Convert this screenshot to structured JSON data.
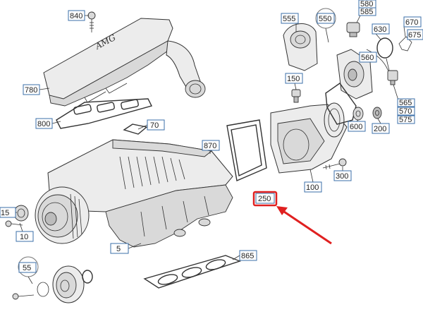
{
  "callouts": [
    {
      "id": "c840",
      "label": "840"
    },
    {
      "id": "c780",
      "label": "780"
    },
    {
      "id": "c800",
      "label": "800"
    },
    {
      "id": "c70",
      "label": "70"
    },
    {
      "id": "c870",
      "label": "870"
    },
    {
      "id": "c15",
      "label": "15"
    },
    {
      "id": "c10",
      "label": "10"
    },
    {
      "id": "c5",
      "label": "5"
    },
    {
      "id": "c55",
      "label": "55"
    },
    {
      "id": "c865",
      "label": "865"
    },
    {
      "id": "c555",
      "label": "555"
    },
    {
      "id": "c550",
      "label": "550"
    },
    {
      "id": "c580",
      "label": "580"
    },
    {
      "id": "c585",
      "label": "585"
    },
    {
      "id": "c630",
      "label": "630"
    },
    {
      "id": "c670",
      "label": "670"
    },
    {
      "id": "c675",
      "label": "675"
    },
    {
      "id": "c560",
      "label": "560"
    },
    {
      "id": "c150",
      "label": "150"
    },
    {
      "id": "c565",
      "label": "565"
    },
    {
      "id": "c570",
      "label": "570"
    },
    {
      "id": "c575",
      "label": "575"
    },
    {
      "id": "c600",
      "label": "600"
    },
    {
      "id": "c200",
      "label": "200"
    },
    {
      "id": "c300",
      "label": "300"
    },
    {
      "id": "c100",
      "label": "100"
    },
    {
      "id": "c250",
      "label": "250"
    }
  ],
  "highlight": {
    "label": "250",
    "color": "#e02020"
  }
}
